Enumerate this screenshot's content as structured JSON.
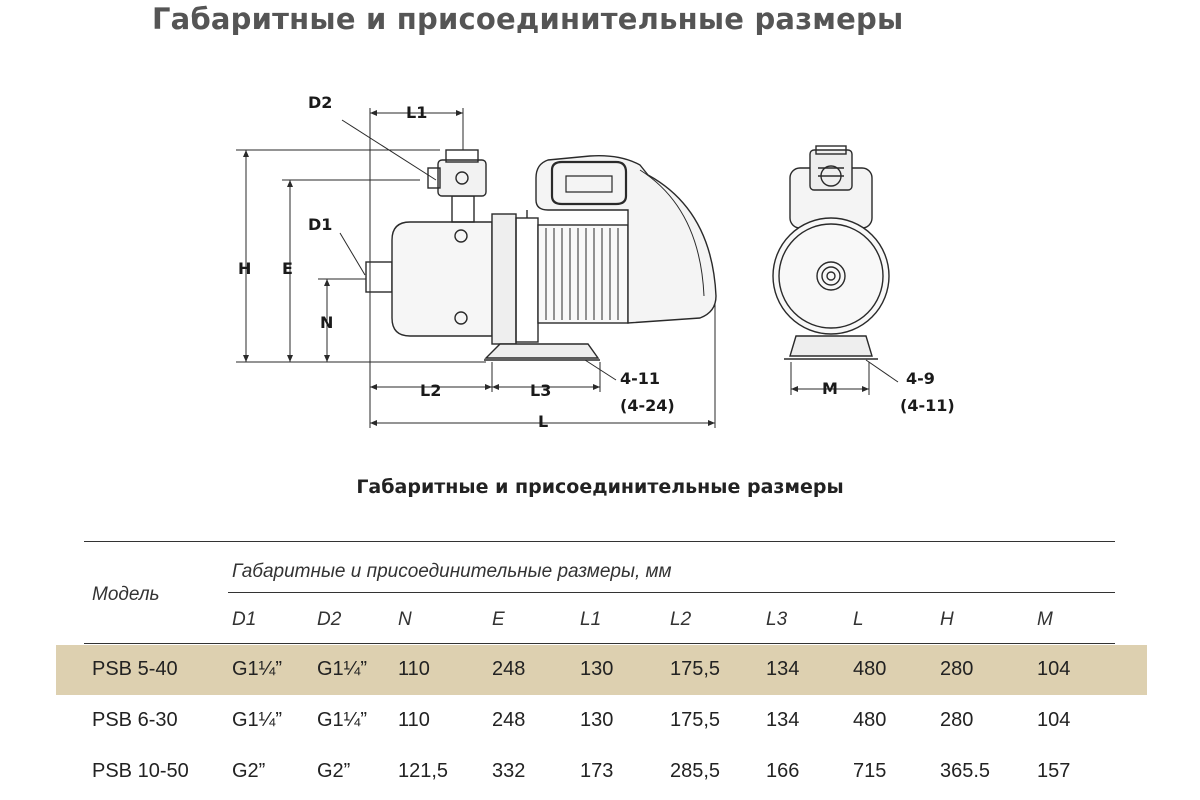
{
  "document": {
    "title": "Габаритные и присоединительные размеры",
    "table_title": "Габаритные и присоединительные размеры"
  },
  "drawing": {
    "labels": {
      "D2": "D2",
      "L1": "L1",
      "D1": "D1",
      "H": "H",
      "E": "E",
      "N": "N",
      "L2": "L2",
      "L3": "L3",
      "L": "L",
      "M": "M",
      "side_bolt": "4-11",
      "side_bolt_alt": "(4-24)",
      "front_bolt": "4-9",
      "front_bolt_alt": "(4-11)"
    }
  },
  "table": {
    "model_header": "Модель",
    "group_header": "Габаритные и присоединительные размеры, мм",
    "columns": [
      "D1",
      "D2",
      "N",
      "E",
      "L1",
      "L2",
      "L3",
      "L",
      "H",
      "M"
    ],
    "rows": [
      {
        "model": "PSB 5-40",
        "values": [
          "G1¼”",
          "G1¼”",
          "110",
          "248",
          "130",
          "175,5",
          "134",
          "480",
          "280",
          "104"
        ],
        "highlighted": true
      },
      {
        "model": "PSB 6-30",
        "values": [
          "G1¼”",
          "G1¼”",
          "110",
          "248",
          "130",
          "175,5",
          "134",
          "480",
          "280",
          "104"
        ],
        "highlighted": false
      },
      {
        "model": "PSB 10-50",
        "values": [
          "G2”",
          "G2”",
          "121,5",
          "332",
          "173",
          "285,5",
          "166",
          "715",
          "365.5",
          "157"
        ],
        "highlighted": false
      }
    ]
  },
  "colors": {
    "highlight_row": "#ddd0b0",
    "title_text": "#555555"
  }
}
